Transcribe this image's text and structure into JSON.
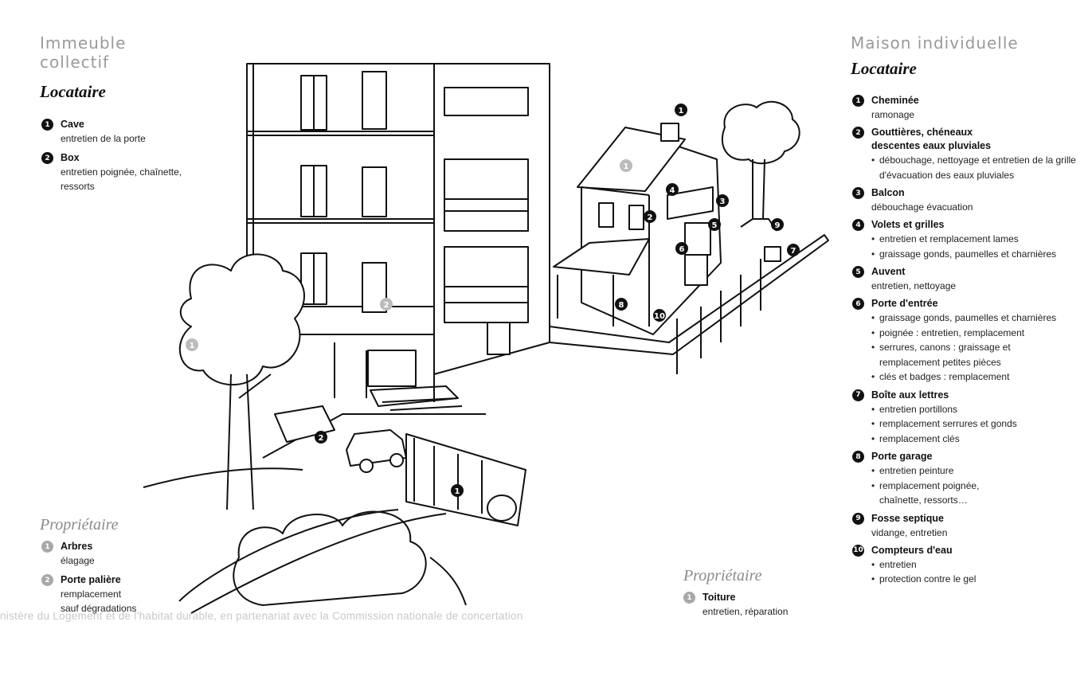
{
  "left": {
    "title_line1": "Immeuble",
    "title_line2": "collectif",
    "tenant_label": "Locataire",
    "tenant_items": [
      {
        "num": "1",
        "title": "Cave",
        "desc": "entretien de la porte"
      },
      {
        "num": "2",
        "title": "Box",
        "desc": "entretien poignée, chaînette, ressorts"
      }
    ],
    "owner_label": "Propriétaire",
    "owner_items": [
      {
        "num": "1",
        "title": "Arbres",
        "desc": "élagage"
      },
      {
        "num": "2",
        "title": "Porte palière",
        "desc_line1": "remplacement",
        "desc_line2": "sauf dégradations"
      }
    ]
  },
  "center": {
    "owner_label": "Propriétaire",
    "owner_item": {
      "num": "1",
      "title": "Toiture",
      "desc": "entretien, réparation"
    }
  },
  "right": {
    "title": "Maison individuelle",
    "tenant_label": "Locataire",
    "items": [
      {
        "num": "1",
        "title": "Cheminée",
        "desc": "ramonage"
      },
      {
        "num": "2",
        "title": "Gouttières, chéneaux descentes eaux pluviales",
        "bullets": [
          "débouchage, nettoyage et entretien de la grille d'évacuation des eaux pluviales"
        ]
      },
      {
        "num": "3",
        "title": "Balcon",
        "desc": "débouchage évacuation"
      },
      {
        "num": "4",
        "title": "Volets et grilles",
        "bullets": [
          "entretien et remplacement lames",
          "graissage gonds, paumelles et charnières"
        ]
      },
      {
        "num": "5",
        "title": "Auvent",
        "desc": "entretien, nettoyage"
      },
      {
        "num": "6",
        "title": "Porte d'entrée",
        "bullets": [
          "graissage gonds, paumelles et charnières",
          "poignée : entretien, remplacement",
          "serrures, canons : graissage et remplacement petites pièces",
          "clés et badges : remplacement"
        ]
      },
      {
        "num": "7",
        "title": "Boîte aux lettres",
        "bullets": [
          "entretien portillons",
          "remplacement serrures et gonds",
          "remplacement clés"
        ]
      },
      {
        "num": "8",
        "title": "Porte garage",
        "bullets": [
          "entretien peinture",
          "remplacement poignée, chaînette, ressorts…"
        ]
      },
      {
        "num": "9",
        "title": "Fosse septique",
        "desc": "vidange, entretien"
      },
      {
        "num": "10",
        "title": "Compteurs d'eau",
        "bullets": [
          "entretien",
          "protection contre le gel"
        ]
      }
    ]
  },
  "footer": "nistère du Logement et de l'habitat durable, en partenariat avec la Commission nationale de concertation",
  "colors": {
    "tenant_marker": "#111111",
    "owner_marker": "#a8a8a8",
    "section_title": "#9a9a9a"
  }
}
